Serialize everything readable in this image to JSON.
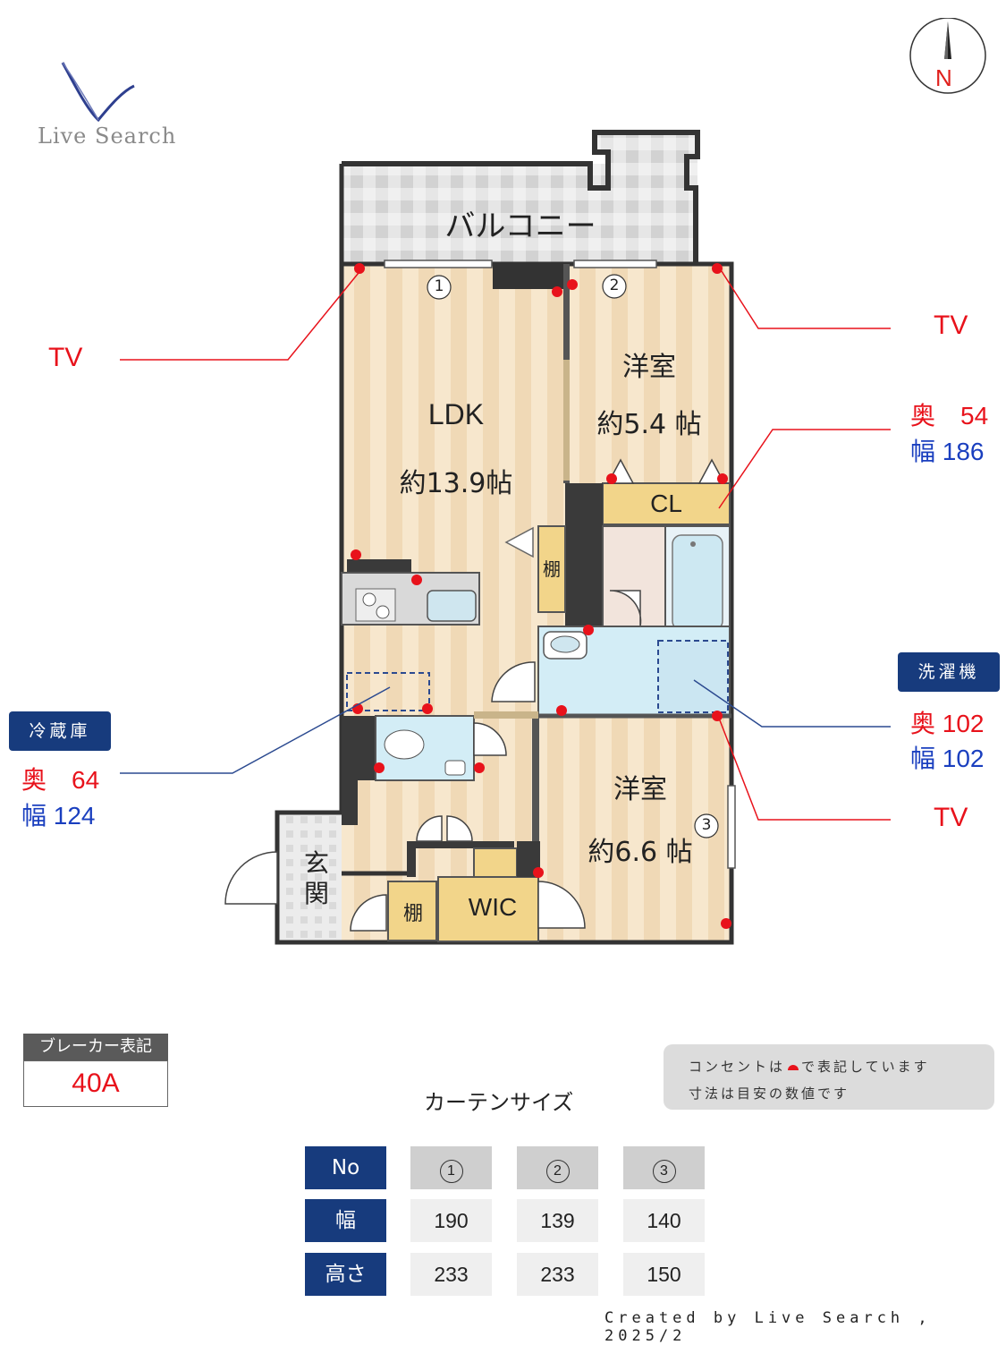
{
  "brand": {
    "name": "Live Search"
  },
  "compass": {
    "label": "N"
  },
  "rooms": {
    "balcony": "バルコニー",
    "ldk_name": "LDK",
    "ldk_size": "約13.9帖",
    "western1_name": "洋室",
    "western1_size": "約5.4 帖",
    "closet": "CL",
    "shelf1": "棚",
    "western2_name": "洋室",
    "western2_size": "約6.6 帖",
    "entrance": "玄関",
    "shelf2": "棚",
    "wic": "WIC"
  },
  "windows": {
    "w1": "1",
    "w2": "2",
    "w3": "3"
  },
  "tv_labels": {
    "left": "TV",
    "right_top": "TV",
    "right_bottom": "TV"
  },
  "closet_dims": {
    "depth": "奥　54",
    "width": "幅 186"
  },
  "washer": {
    "tag": "洗濯機",
    "depth": "奥 102",
    "width": "幅 102"
  },
  "fridge": {
    "tag": "冷蔵庫",
    "depth": "奥　64",
    "width": "幅 124"
  },
  "breaker": {
    "label": "ブレーカー表記",
    "value": "40A"
  },
  "note": {
    "line1": "コンセントは",
    "line1b": "で表記しています",
    "line2": "寸法は目安の数値です"
  },
  "curtain": {
    "title": "カーテンサイズ",
    "row_headers": [
      "No",
      "幅",
      "高さ"
    ],
    "numbers": [
      "1",
      "2",
      "3"
    ],
    "widths": [
      "190",
      "139",
      "140"
    ],
    "heights": [
      "233",
      "233",
      "150"
    ]
  },
  "credit": "Created by Live Search , 2025/2",
  "colors": {
    "navy": "#173b7d",
    "red": "#e8121b",
    "blue": "#1a3fbf",
    "floor": "#f5e3c6",
    "wall": "#3a3a3a"
  }
}
